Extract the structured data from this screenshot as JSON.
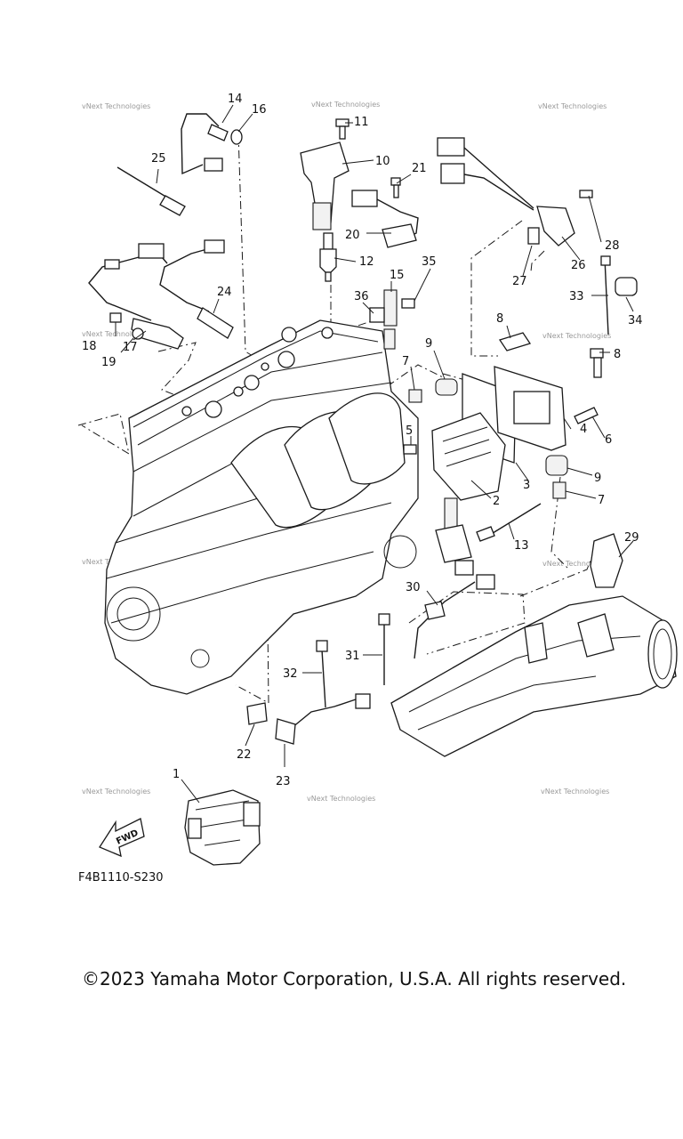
{
  "diagram": {
    "code": "F4B1110-S230",
    "fwd_label": "FWD",
    "watermark": "vNext Technologies",
    "callouts": [
      "1",
      "2",
      "3",
      "4",
      "5",
      "6",
      "7",
      "7",
      "8",
      "8",
      "9",
      "9",
      "10",
      "11",
      "12",
      "13",
      "14",
      "15",
      "16",
      "17",
      "18",
      "19",
      "20",
      "21",
      "22",
      "23",
      "24",
      "25",
      "26",
      "27",
      "28",
      "29",
      "30",
      "31",
      "32",
      "33",
      "34",
      "35",
      "36"
    ]
  },
  "footer": {
    "copyright": "©2023 Yamaha Motor Corporation, U.S.A. All rights reserved."
  }
}
